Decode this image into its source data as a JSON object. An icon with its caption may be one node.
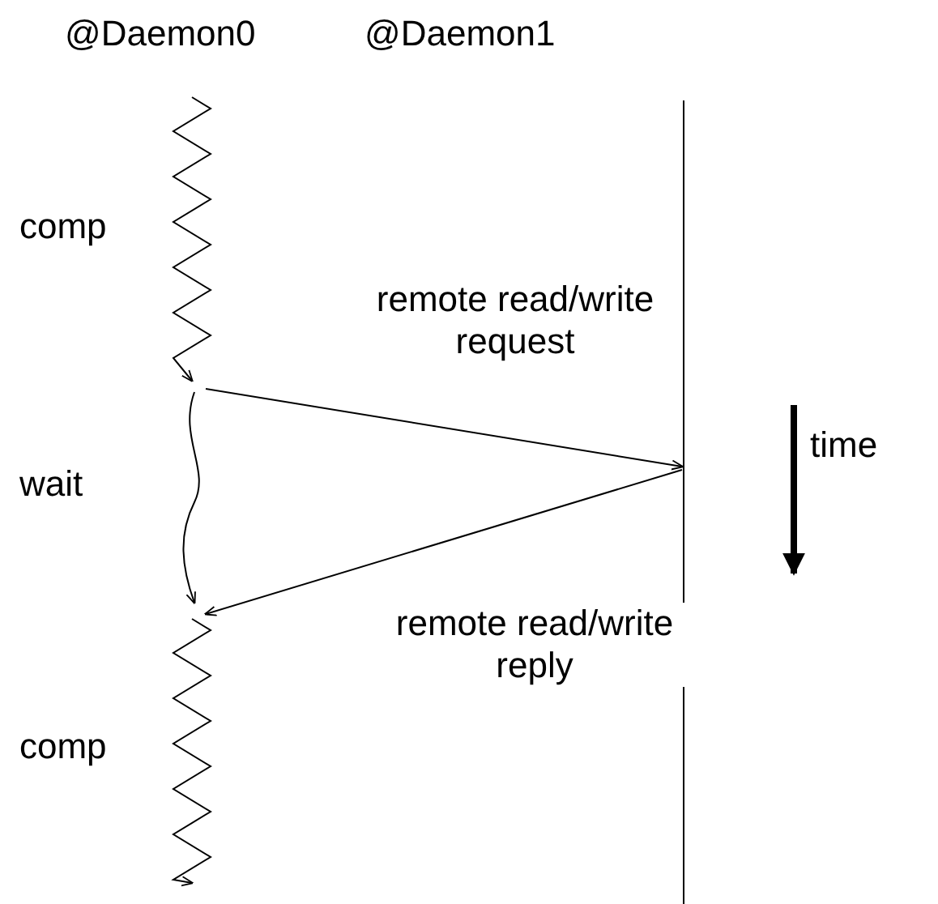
{
  "diagram": {
    "nodes": [
      {
        "text": [
          "@Daemon0"
        ]
      },
      {
        "text": [
          "@Daemon1"
        ]
      }
    ],
    "edges": [
      {
        "from": 0,
        "to": 1,
        "arrow": "to",
        "label": "remote read/write request"
      },
      {
        "from": 1,
        "to": 0,
        "arrow": "to",
        "label": "remote read/write reply"
      }
    ],
    "labels": [
      "comp",
      "wait",
      "comp",
      "time"
    ]
  }
}
